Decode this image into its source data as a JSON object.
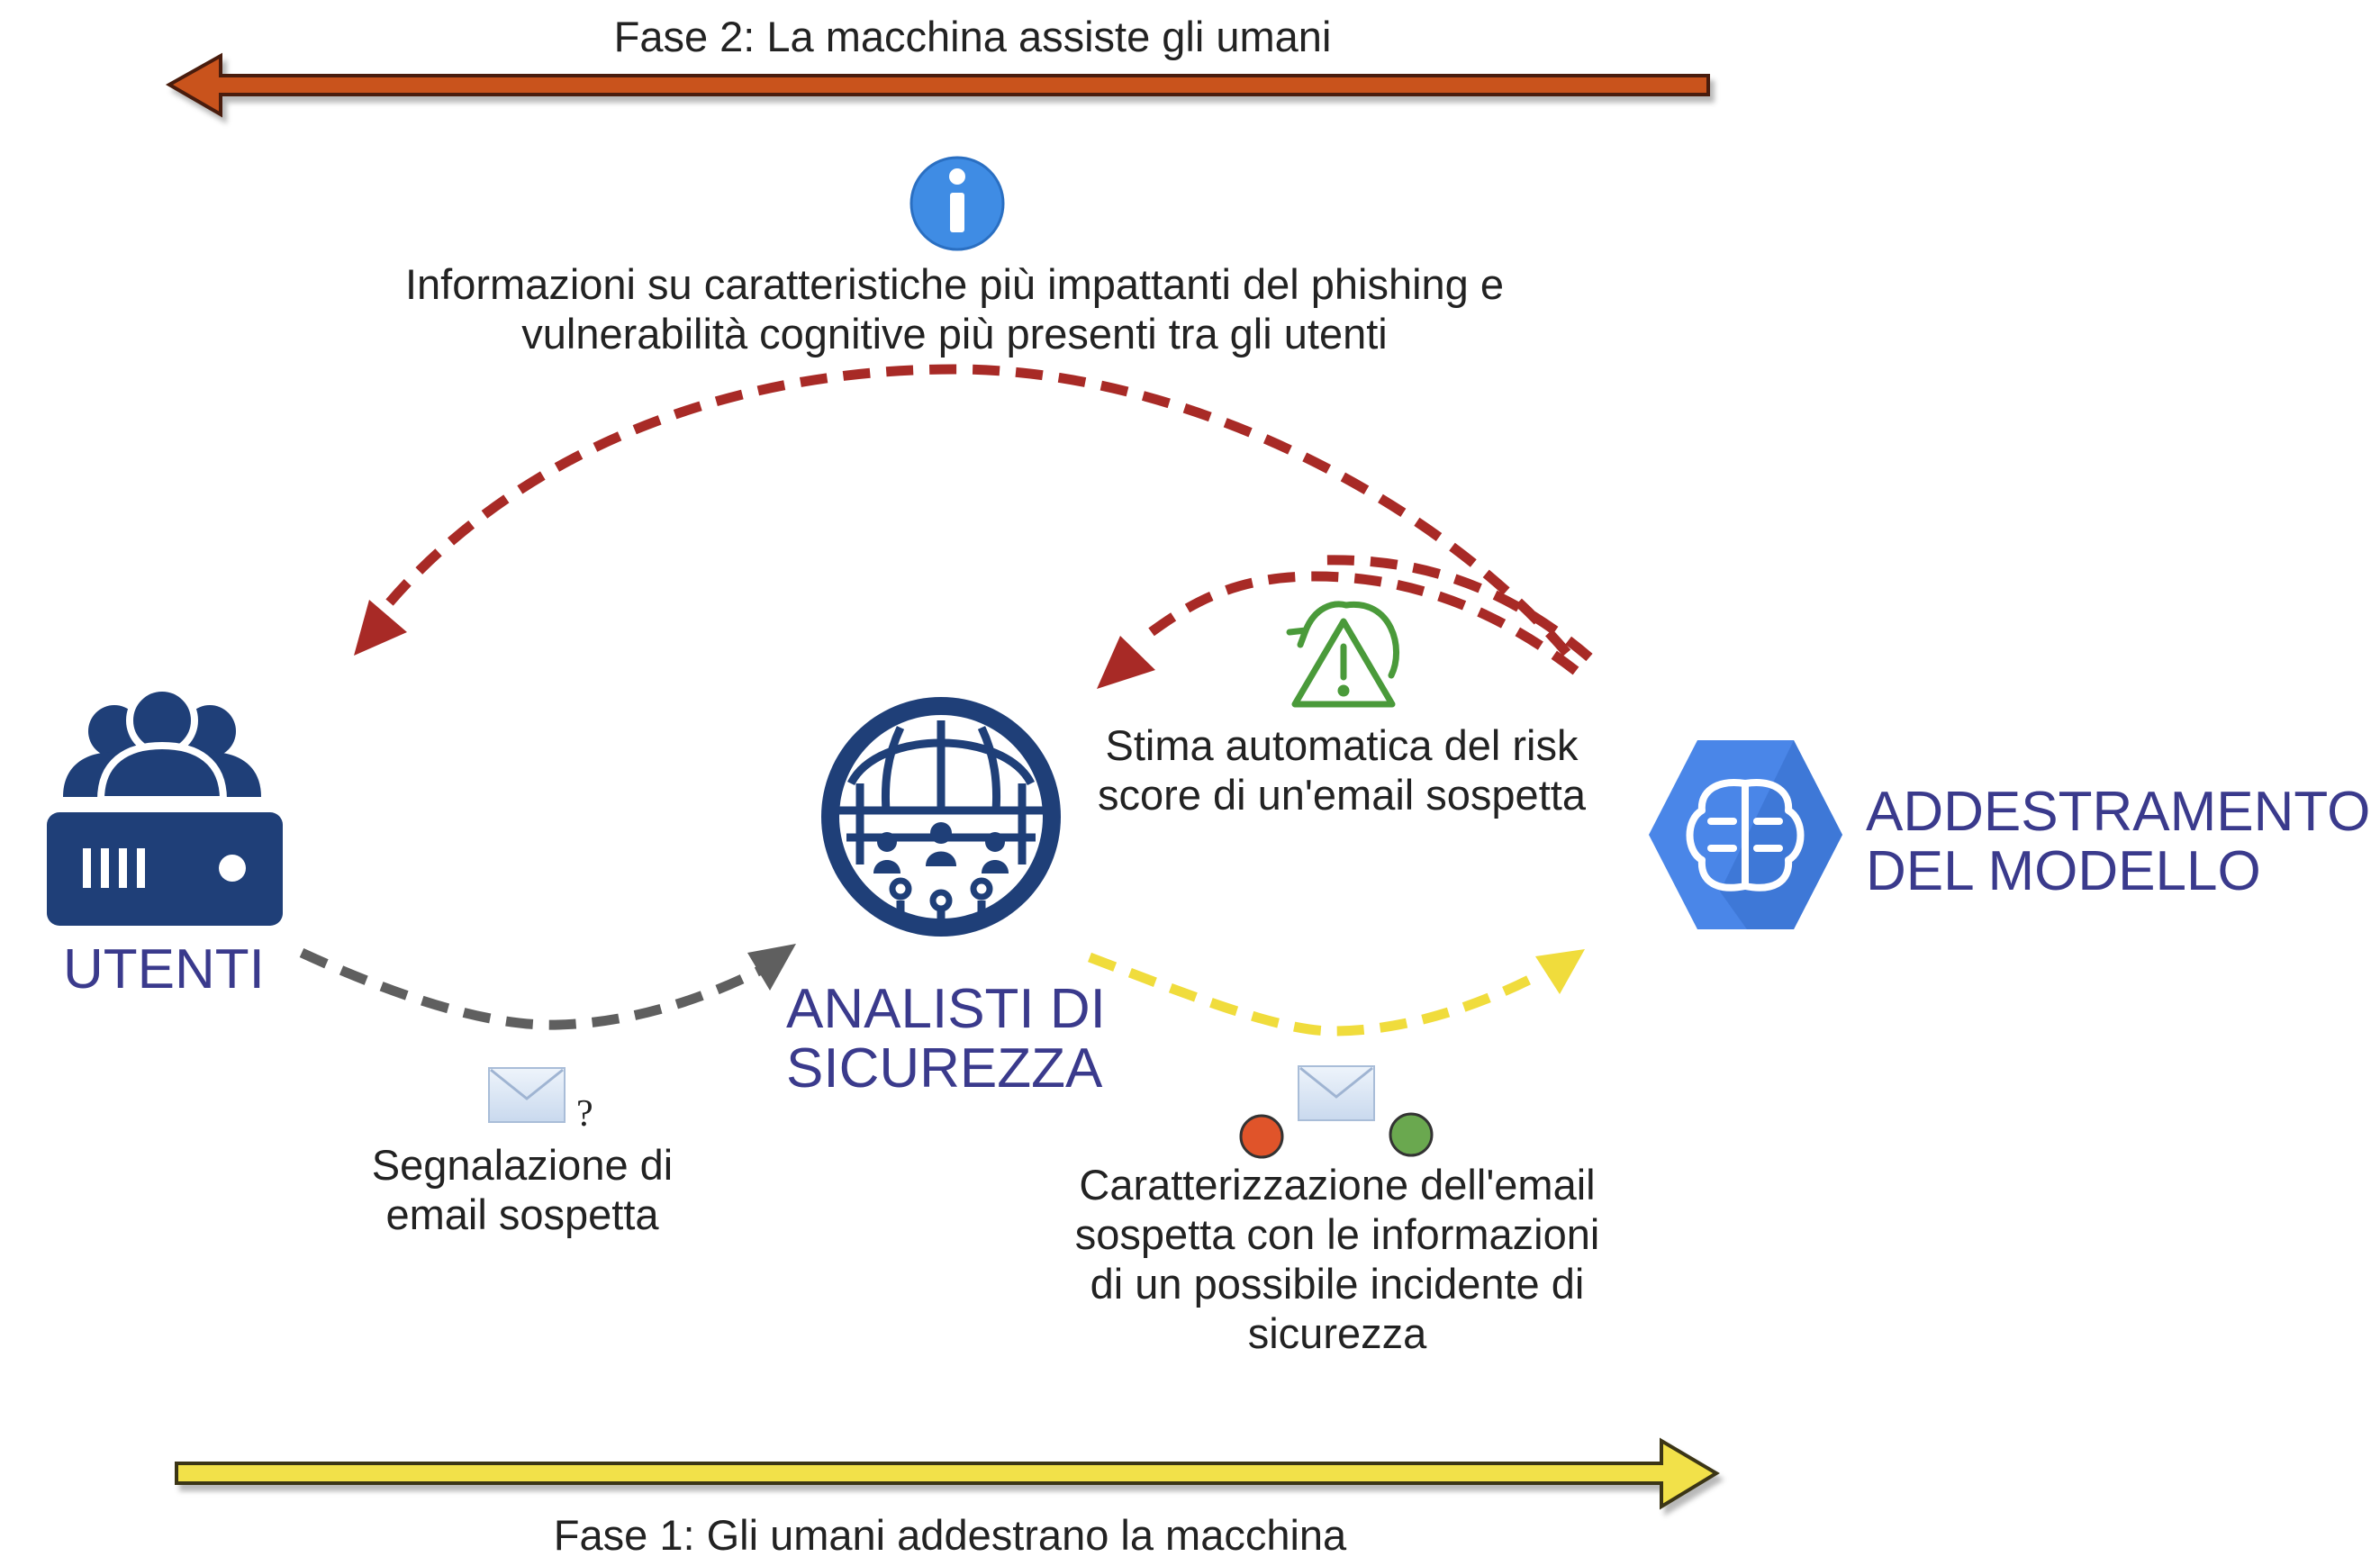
{
  "phase2": {
    "label": "Fase 2: La macchina assiste gli umani",
    "arrow_color": "#c9521e"
  },
  "phase1": {
    "label": "Fase 1: Gli umani addestrano la macchina",
    "arrow_color": "#f2e14a"
  },
  "info": {
    "icon": "info-icon",
    "line1": "Informazioni su caratteristiche più impattanti del phishing e",
    "line2": "vulnerabilità cognitive più presenti tra gli utenti"
  },
  "risk": {
    "icon": "warning-icon",
    "line1": "Stima automatica del risk",
    "line2": "score di un'email sospetta"
  },
  "nodes": {
    "users": {
      "title": "UTENTI",
      "icon": "users-server-icon"
    },
    "analysts": {
      "title_line1": "ANALISTI DI",
      "title_line2": "SICUREZZA",
      "icon": "globe-people-icon"
    },
    "model": {
      "title_line1": "ADDESTRAMENTO",
      "title_line2": "DEL MODELLO",
      "icon": "brain-hexagon-icon"
    }
  },
  "report": {
    "icon": "envelope-question-icon",
    "question_mark": "?",
    "line1": "Segnalazione di",
    "line2": "email sospetta"
  },
  "characterization": {
    "icon": "envelope-status-icon",
    "line1": "Caratterizzazione dell'email",
    "line2": "sospetta con le informazioni",
    "line3": "di un possibile incidente di",
    "line4": "sicurezza"
  },
  "colors": {
    "node_title": "#3a3a8c",
    "dark_blue": "#1f3f78",
    "feedback_arrow": "#a82a26",
    "report_arrow": "#5f5f5f",
    "train_arrow": "#f0dc3c",
    "hexagon": "#4a86e8",
    "warning_green": "#4a9a3a",
    "dot_red": "#e0542a",
    "dot_green": "#6aa84f"
  }
}
